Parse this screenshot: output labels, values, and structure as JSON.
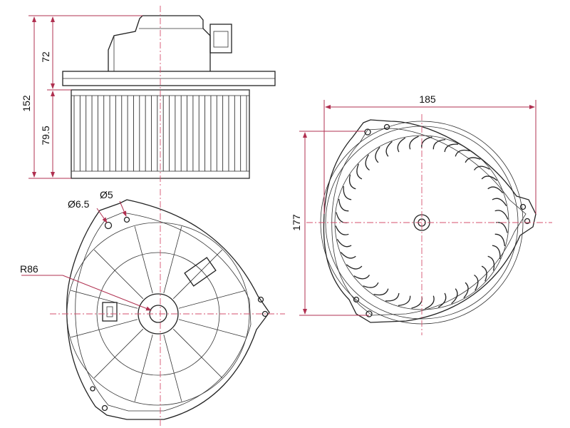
{
  "dimensions": {
    "total_height": "152",
    "motor_height": "72",
    "wheel_height": "79.5",
    "width": "185",
    "height": "177",
    "hole_large": "Ø6.5",
    "hole_small": "Ø5",
    "radius": "R86"
  },
  "colors": {
    "line": "#222222",
    "dimension": "#b03050",
    "centerline": "#d4506e",
    "background": "#ffffff"
  },
  "geometry": {
    "wheel_fin_count": 30,
    "impeller_blade_count": 40,
    "bottom_spoke_count": 12
  }
}
